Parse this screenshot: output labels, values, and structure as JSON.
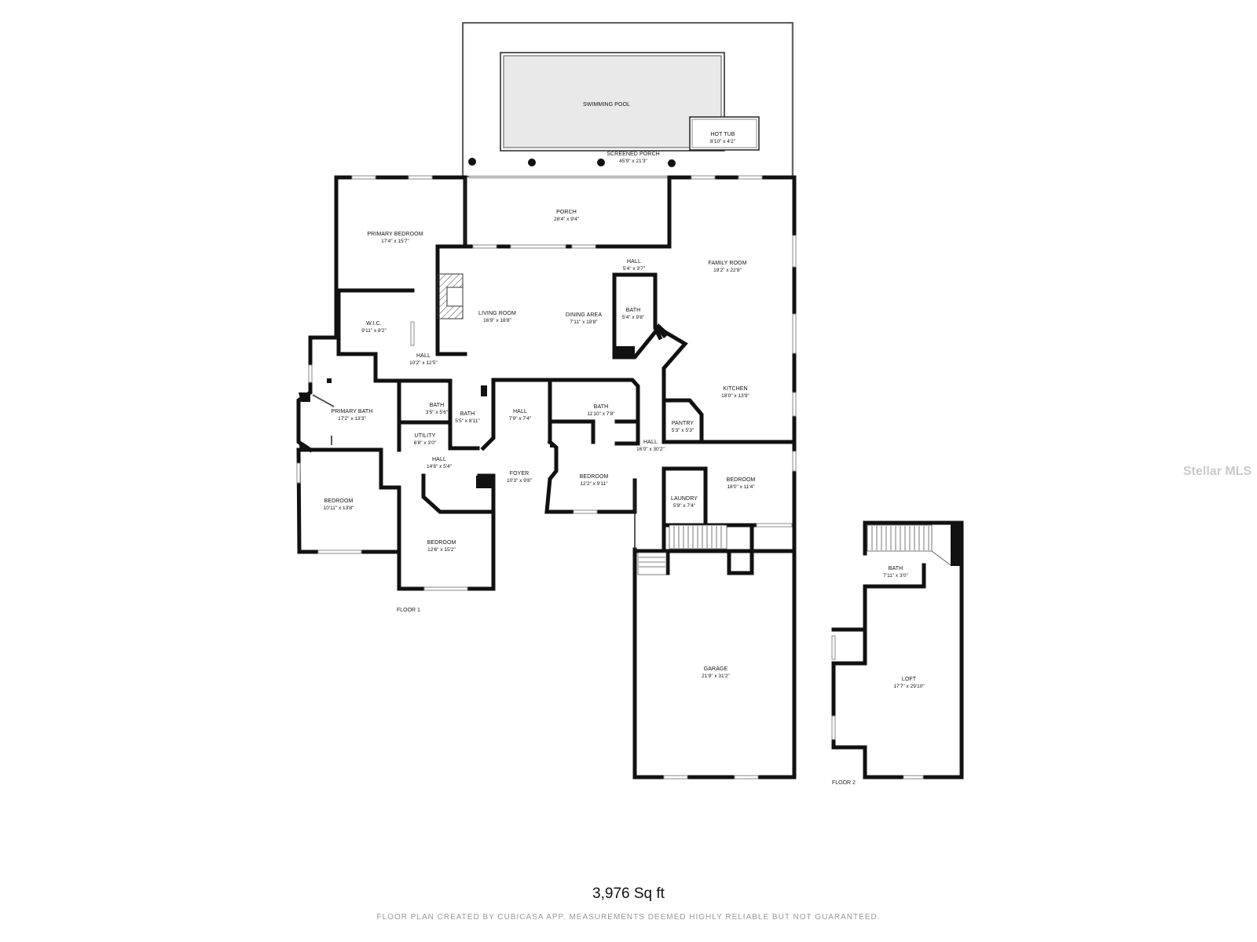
{
  "rooms": {
    "swimming_pool": {
      "name": "SWIMMING POOL",
      "dim": ""
    },
    "hot_tub": {
      "name": "HOT TUB",
      "dim": "8'10\" x 4'2\""
    },
    "screened_porch": {
      "name": "SCREENED PORCH",
      "dim": "45'9\" x 21'3\""
    },
    "porch": {
      "name": "PORCH",
      "dim": "28'4\" x 9'4\""
    },
    "primary_bedroom": {
      "name": "PRIMARY BEDROOM",
      "dim": "17'4\" x 15'7\""
    },
    "wic": {
      "name": "W.I.C.",
      "dim": "9'11\" x 8'2\""
    },
    "living_room": {
      "name": "LIVING ROOM",
      "dim": "16'9\" x 18'8\""
    },
    "dining_area": {
      "name": "DINING AREA",
      "dim": "7'11\" x 18'8\""
    },
    "hall_top": {
      "name": "HALL",
      "dim": "5'4\" x 3'7\""
    },
    "bath_top": {
      "name": "BATH",
      "dim": "5'4\" x 9'8\""
    },
    "family_room": {
      "name": "FAMILY ROOM",
      "dim": "19'2\" x 22'8\""
    },
    "hall_left": {
      "name": "HALL",
      "dim": "10'2\" x 12'5\""
    },
    "primary_bath": {
      "name": "PRIMARY BATH",
      "dim": "17'2\" x 13'3\""
    },
    "bath_small": {
      "name": "BATH",
      "dim": "3'5\" x 5'6\""
    },
    "bath_mid": {
      "name": "BATH",
      "dim": "5'5\" x 8'11\""
    },
    "hall_center": {
      "name": "HALL",
      "dim": "7'9\" x 7'4\""
    },
    "bath_right": {
      "name": "BATH",
      "dim": "11'10\" x 7'8\""
    },
    "kitchen": {
      "name": "KITCHEN",
      "dim": "18'0\" x 13'9\""
    },
    "pantry": {
      "name": "PANTRY",
      "dim": "5'3\" x 5'3\""
    },
    "utility": {
      "name": "UTILITY",
      "dim": "6'8\" x 3'0\""
    },
    "hall_long": {
      "name": "HALL",
      "dim": "16'0\" x 30'2\""
    },
    "hall_lower": {
      "name": "HALL",
      "dim": "14'6\" x 5'4\""
    },
    "foyer": {
      "name": "FOYER",
      "dim": "10'3\" x 9'8\""
    },
    "bedroom_center": {
      "name": "BEDROOM",
      "dim": "12'2\" x 9'11\""
    },
    "bedroom_right": {
      "name": "BEDROOM",
      "dim": "18'0\" x 11'4\""
    },
    "laundry": {
      "name": "LAUNDRY",
      "dim": "5'9\" x 7'4\""
    },
    "bedroom_left": {
      "name": "BEDROOM",
      "dim": "10'11\" x 13'8\""
    },
    "bedroom_bottom": {
      "name": "BEDROOM",
      "dim": "12'6\" x 15'2\""
    },
    "garage": {
      "name": "GARAGE",
      "dim": "21'9\" x 31'2\""
    },
    "bath_loft": {
      "name": "BATH",
      "dim": "7'11\" x 3'0\""
    },
    "loft": {
      "name": "LOFT",
      "dim": "17'7\" x 29'10\""
    }
  },
  "floors": {
    "floor1": "FLOOR 1",
    "floor2": "FLOOR 2"
  },
  "total_area": "3,976 Sq ft",
  "disclaimer": "FLOOR PLAN CREATED BY CUBICASA APP. MEASUREMENTS DEEMED HIGHLY RELIABLE BUT NOT GUARANTEED.",
  "watermark": "Stellar MLS"
}
